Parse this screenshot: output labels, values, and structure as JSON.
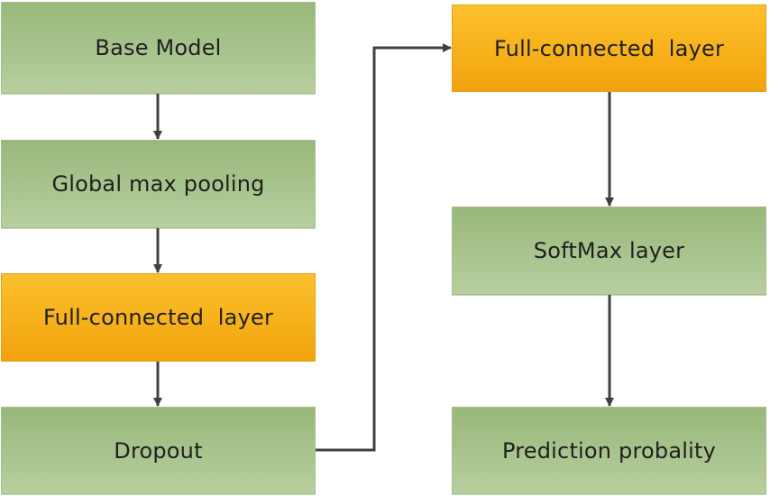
{
  "nodes": {
    "base_model": "Base Model",
    "global_max_pooling": "Global max pooling",
    "fc_layer_left": "Full-connected  layer",
    "dropout": "Dropout",
    "fc_layer_right": "Full-connected  layer",
    "softmax_layer": "SoftMax layer",
    "prediction": "Prediction probality"
  },
  "colors": {
    "process_box": "#a9c48e",
    "dense_box": "#f7b11a",
    "connector": "#404040"
  }
}
